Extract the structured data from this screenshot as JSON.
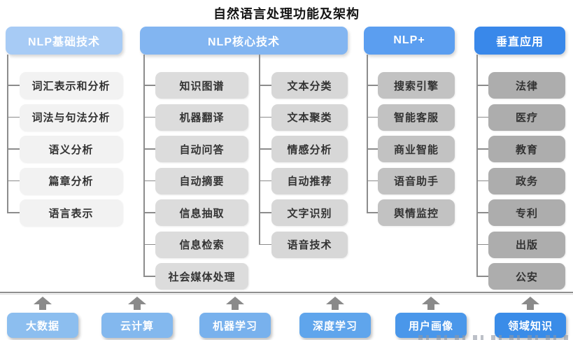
{
  "title": "自然语言处理功能及架构",
  "columns": [
    {
      "header": "NLP基础技术",
      "items": [
        "词汇表示和分析",
        "词法与句法分析",
        "语义分析",
        "篇章分析",
        "语言表示"
      ]
    },
    {
      "header": "NLP核心技术",
      "items_left": [
        "知识图谱",
        "机器翻译",
        "自动问答",
        "自动摘要",
        "信息抽取",
        "信息检索",
        "社会媒体处理"
      ],
      "items_right": [
        "文本分类",
        "文本聚类",
        "情感分析",
        "自动推荐",
        "文字识别",
        "语音技术"
      ]
    },
    {
      "header": "NLP+",
      "items": [
        "搜索引擎",
        "智能客服",
        "商业智能",
        "语音助手",
        "舆情监控"
      ]
    },
    {
      "header": "垂直应用",
      "items": [
        "法律",
        "医疗",
        "教育",
        "政务",
        "专利",
        "出版",
        "公安"
      ]
    }
  ],
  "foundation": [
    "大数据",
    "云计算",
    "机器学习",
    "深度学习",
    "用户画像",
    "领域知识"
  ],
  "colors": {
    "header_bgs": [
      "#a7cbf5",
      "#82b5f1",
      "#5b9ef0",
      "#3988ea"
    ],
    "item_bg_col1": "#f2f2f2",
    "item_bg_col2_left": "#dcdcdc",
    "item_bg_col2_right": "#d7d7d7",
    "item_bg_col3": "#c2c2c2",
    "item_bg_col4": "#adadad",
    "foundation_bgs": [
      "#8cbeef",
      "#83b8ee",
      "#78b1ed",
      "#5fa5ec",
      "#4a97ea",
      "#3a8ce8"
    ],
    "connector": "#8c8c8c",
    "arrow": "#8a8a8a",
    "item_text": "#333333",
    "header_text": "#ffffff"
  }
}
